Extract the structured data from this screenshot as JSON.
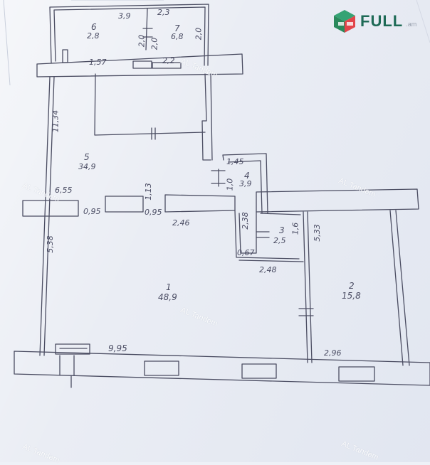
{
  "brand": {
    "logo_text": "FULL",
    "logo_domain": ".am",
    "green": "#2a8a5c",
    "red": "#e2454a",
    "dark": "#1e6a56"
  },
  "watermark": "AL Tandem",
  "rooms": [
    {
      "number": "6",
      "area": "2,8"
    },
    {
      "number": "7",
      "area": "6,8"
    },
    {
      "number": "5",
      "area": "34,9"
    },
    {
      "number": "4",
      "area": "3,9"
    },
    {
      "number": "3",
      "area": "2,5"
    },
    {
      "number": "1",
      "area": "48,9"
    },
    {
      "number": "2",
      "area": "15,8"
    }
  ],
  "dimensions": {
    "d_3_9": "3,9",
    "d_2_3": "2,3",
    "d_2_0a": "2,0",
    "d_2_0b": "2,0",
    "d_2_0c": "2,0",
    "d_1_57": "1,57",
    "d_2_2": "2,2",
    "d_11_34": "11,34",
    "d_1_45": "1,45",
    "d_1_0": "1,0",
    "d_6_55": "6,55",
    "d_1_13": "1,13",
    "d_0_95a": "0,95",
    "d_0_95b": "0,95",
    "d_2_46": "2,46",
    "d_2_38": "2,38",
    "d_1_6": "1,6",
    "d_0_67": "0,67",
    "d_5_33": "5,33",
    "d_5_38": "5,38",
    "d_2_48": "2,48",
    "d_9_95": "9,95",
    "d_2_96": "2,96"
  }
}
